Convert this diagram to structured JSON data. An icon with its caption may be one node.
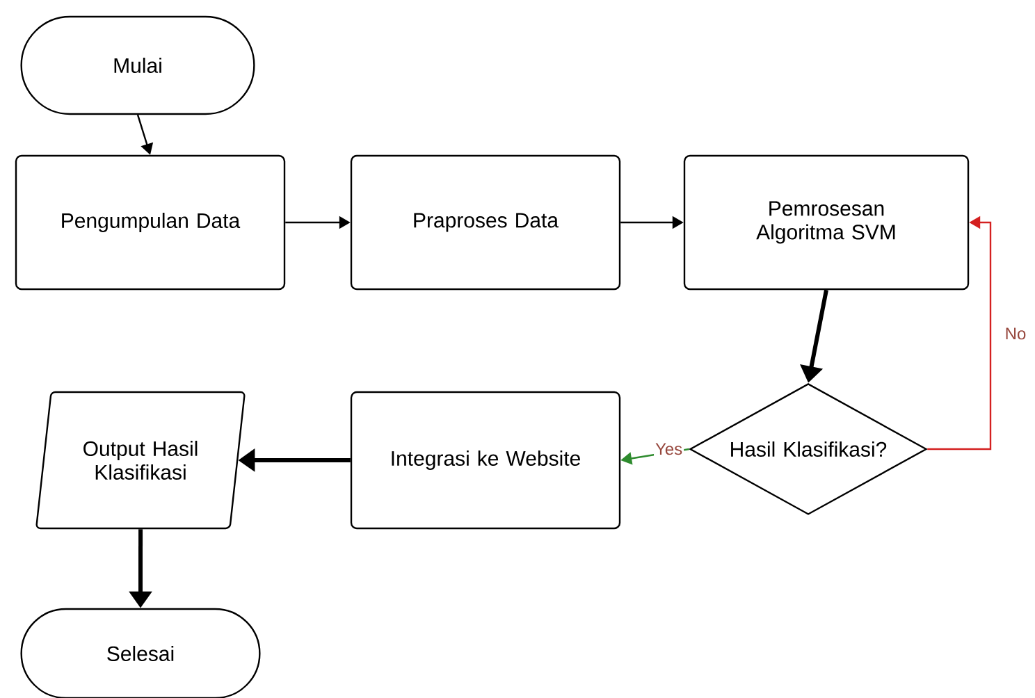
{
  "diagram": {
    "nodes": [
      {
        "text": [
          "Mulai"
        ]
      },
      {
        "text": [
          "Pengumpulan Data"
        ]
      },
      {
        "text": [
          "Praproses Data"
        ]
      },
      {
        "text": [
          "Pemrosesan Algoritma SVM"
        ]
      },
      {
        "text": [
          "Hasil Klasifikasi?"
        ]
      },
      {
        "text": [
          "Integrasi ke Website"
        ]
      },
      {
        "text": [
          "Output Hasil Klasifikasi"
        ]
      },
      {
        "text": [
          "Selesai"
        ]
      }
    ],
    "edges": [
      {
        "from": 0,
        "to": 1,
        "arrow": "to"
      },
      {
        "from": 1,
        "to": 2,
        "arrow": "to"
      },
      {
        "from": 2,
        "to": 3,
        "arrow": "to"
      },
      {
        "from": 3,
        "to": 4,
        "arrow": "to",
        "style": "thick"
      },
      {
        "from": 4,
        "to": 5,
        "arrow": "to",
        "label": "Yes",
        "color": "#2e8b2e"
      },
      {
        "from": 4,
        "to": 3,
        "arrow": "to",
        "label": "No",
        "color": "#d42020"
      },
      {
        "from": 5,
        "to": 6,
        "arrow": "to",
        "style": "thick"
      },
      {
        "from": 6,
        "to": 7,
        "arrow": "to",
        "style": "thick"
      }
    ]
  }
}
